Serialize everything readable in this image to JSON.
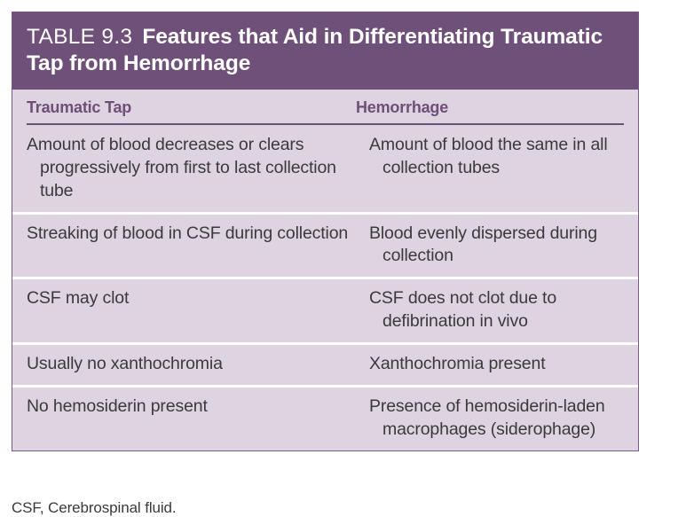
{
  "table": {
    "number_label": "TABLE 9.3",
    "title": "Features that Aid in Differentiating Traumatic Tap from Hemorrhage",
    "columns": [
      {
        "header": "Traumatic Tap"
      },
      {
        "header": "Hemorrhage"
      }
    ],
    "rows": [
      {
        "traumatic_tap": "Amount of blood decreases or clears progressively from first to last collection tube",
        "hemorrhage": "Amount of blood the same in all collection tubes"
      },
      {
        "traumatic_tap": "Streaking of blood in CSF during collection",
        "hemorrhage": "Blood evenly dispersed during collection"
      },
      {
        "traumatic_tap": "CSF may clot",
        "hemorrhage": "CSF does not clot due to defibrination in vivo"
      },
      {
        "traumatic_tap": "Usually no xanthochromia",
        "hemorrhage": "Xanthochromia present"
      },
      {
        "traumatic_tap": "No hemosiderin present",
        "hemorrhage": "Presence of hemosiderin-laden macrophages (siderophage)"
      }
    ],
    "footnote": "CSF, Cerebrospinal fluid."
  },
  "colors": {
    "header_band": "#6e5078",
    "body_background": "#ded3e1",
    "accent_purple": "#6e4f78",
    "border": "#7a5a84",
    "body_text": "#3a3a3a",
    "page_background": "#ffffff"
  }
}
